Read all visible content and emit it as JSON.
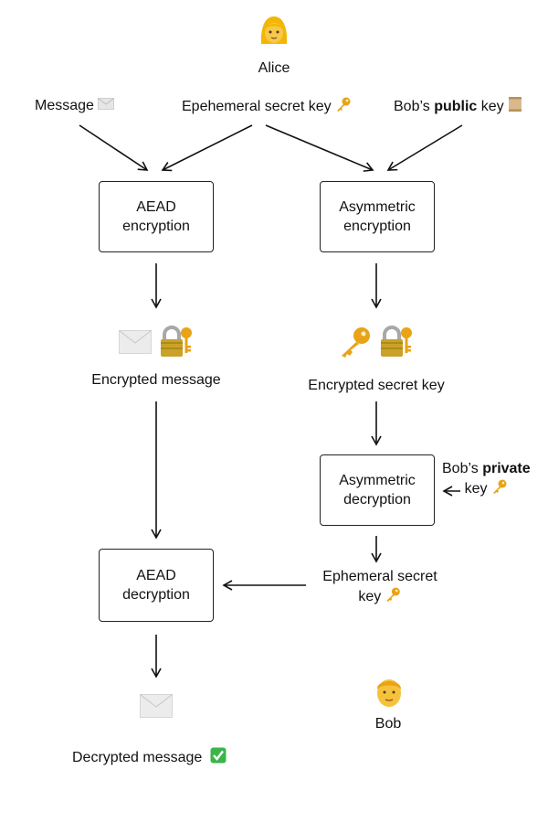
{
  "alice": {
    "name": "Alice",
    "avatar_icon": "woman-emoji"
  },
  "bob": {
    "name": "Bob",
    "avatar_icon": "man-emoji"
  },
  "inputs": {
    "message": {
      "text": "Message",
      "icon": "envelope-icon"
    },
    "ephemeral_key": {
      "text": "Epehemeral secret key",
      "icon": "key-icon"
    },
    "bob_public_key": {
      "prefix": "Bob’s",
      "bold": "public",
      "suffix": "key",
      "icon": "scroll-icon"
    }
  },
  "boxes": {
    "aead_encryption": [
      "AEAD",
      "encryption"
    ],
    "asymmetric_encryption": [
      "Asymmetric",
      "encryption"
    ],
    "asymmetric_decryption": [
      "Asymmetric",
      "decryption"
    ],
    "aead_decryption": [
      "AEAD",
      "decryption"
    ]
  },
  "outputs": {
    "encrypted_message": {
      "text": "Encrypted message",
      "icons": [
        "envelope-icon",
        "locked-with-key-icon"
      ]
    },
    "encrypted_secret_key": {
      "text": "Encrypted secret key",
      "icons": [
        "key-icon",
        "locked-with-key-icon"
      ]
    },
    "bob_private_key": {
      "prefix": "Bob’s",
      "bold": "private",
      "line2": "key",
      "icon": "key-icon"
    },
    "ephemeral_secret_key": {
      "line1": "Ephemeral secret",
      "line2": "key",
      "icon": "key-icon"
    },
    "decrypted_message": {
      "text": "Decrypted message",
      "icons": [
        "envelope-icon",
        "check-mark-icon"
      ]
    }
  },
  "colors": {
    "key": "#E8A317",
    "lock": "#C9A227",
    "envelope": "#E6E6E6",
    "check": "#3BB54A",
    "skin": "#F5C33B",
    "stroke": "#111111"
  }
}
